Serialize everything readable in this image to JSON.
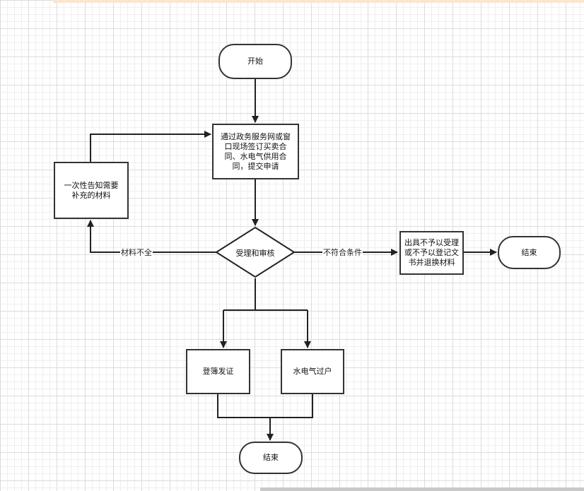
{
  "flowchart": {
    "start": "开始",
    "submit": "通过政务服务网或窗口现场签订买卖合同、水电气供用合同，提交申请",
    "notify": "一次性告知需要补充的材料",
    "review": "受理和审核",
    "incomplete_label": "材料不全",
    "noncompliant_label": "不符合条件",
    "reject": "出具不予以受理或不予以登记文书并退换材料",
    "end_right": "结束",
    "register": "登簿发证",
    "utility": "水电气过户",
    "end_bottom": "结束"
  }
}
